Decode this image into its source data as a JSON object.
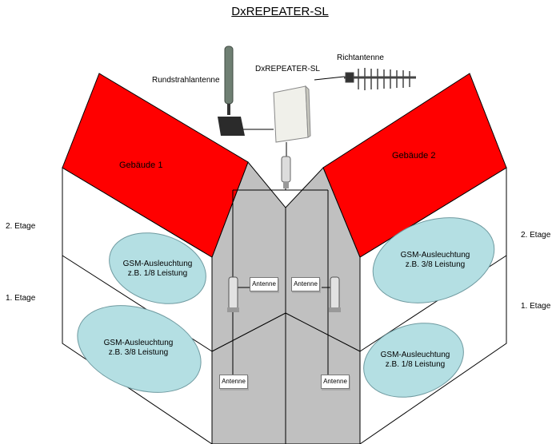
{
  "title": "DxREPEATER-SL",
  "labels": {
    "omni_antenna": "Rundstrahlantenne",
    "repeater": "DxREPEATER-SL",
    "directional_antenna": "Richtantenne",
    "building_1": "Gebäude 1",
    "building_2": "Gebäude 2",
    "floor_2_left": "2. Etage",
    "floor_1_left": "1. Etage",
    "floor_2_right": "2. Etage",
    "floor_1_right": "1. Etage"
  },
  "coverage": [
    {
      "line1": "GSM-Ausleuchtung",
      "line2": "z.B. 1/8 Leistung"
    },
    {
      "line1": "GSM-Ausleuchtung",
      "line2": "z.B. 3/8 Leistung"
    },
    {
      "line1": "GSM-Ausleuchtung",
      "line2": "z.B. 3/8 Leistung"
    },
    {
      "line1": "GSM-Ausleuchtung",
      "line2": "z.B. 1/8 Leistung"
    }
  ],
  "antenna_label": "Antenne",
  "colors": {
    "roof": "#ff0000",
    "wall": "#ffffff",
    "inner_wall": "#c0c0c0",
    "coverage": "#b4dfe3",
    "coverage_stroke": "#6f9aa0",
    "outline": "#000000"
  }
}
